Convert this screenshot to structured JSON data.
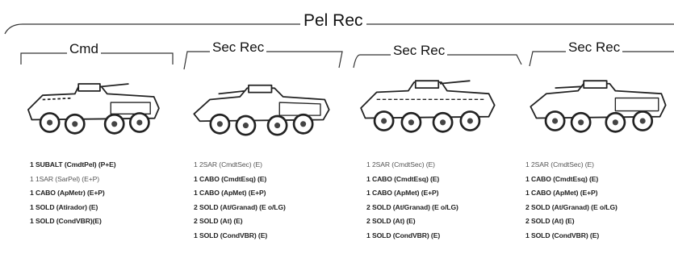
{
  "title": "Pel Rec",
  "sections": [
    {
      "label": "Cmd",
      "icon": "armored-vehicle-icon",
      "personnel": [
        "1 SUBALT (CmdtPel) (P+E)",
        "1 1SAR (SarPel) (E+P)",
        "1 CABO (ApMetr) (E+P)",
        "1 SOLD (Atirador) (E)",
        "1 SOLD (CondVBR)(E)"
      ]
    },
    {
      "label": "Sec Rec",
      "icon": "armored-vehicle-icon",
      "personnel": [
        "1 2SAR (CmdtSec) (E)",
        "1 CABO (CmdtEsq) (E)",
        "1 CABO (ApMet) (E+P)",
        "2 SOLD (At/Granad) (E o/LG)",
        "2 SOLD (At) (E)",
        "1 SOLD (CondVBR) (E)"
      ]
    },
    {
      "label": "Sec Rec",
      "icon": "armored-vehicle-icon",
      "personnel": [
        "1 2SAR (CmdtSec) (E)",
        "1 CABO (CmdtEsq) (E)",
        "1 CABO (ApMet) (E+P)",
        "2 SOLD (At/Granad) (E o/LG)",
        "2 SOLD (At) (E)",
        "1 SOLD (CondVBR) (E)"
      ]
    },
    {
      "label": "Sec Rec",
      "icon": "armored-vehicle-icon",
      "personnel": [
        "1 2SAR (CmdtSec) (E)",
        "1 CABO (CmdtEsq) (E)",
        "1 CABO (ApMet) (E+P)",
        "2 SOLD (At/Granad) (E o/LG)",
        "2 SOLD (At) (E)",
        "1 SOLD (CondVBR) (E)"
      ]
    }
  ]
}
